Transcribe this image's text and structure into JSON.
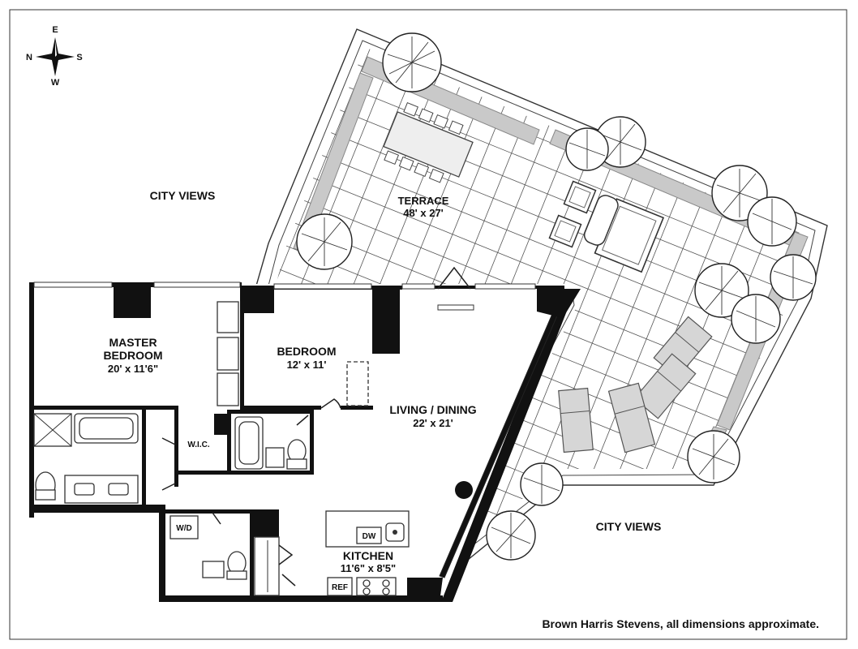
{
  "compass": {
    "north": "N",
    "south": "S",
    "east": "E",
    "west": "W"
  },
  "views": {
    "left": "CITY VIEWS",
    "right": "CITY VIEWS"
  },
  "rooms": {
    "terrace": {
      "name": "TERRACE",
      "dim": "48' x 27'"
    },
    "master_bedroom": {
      "name_line1": "MASTER",
      "name_line2": "BEDROOM",
      "dim": "20' x 11'6\""
    },
    "bedroom": {
      "name": "BEDROOM",
      "dim": "12' x 11'"
    },
    "living_dining": {
      "name": "LIVING / DINING",
      "dim": "22' x 21'"
    },
    "kitchen": {
      "name": "KITCHEN",
      "dim": "11'6\" x 8'5\""
    }
  },
  "fixtures": {
    "wic": "W.I.C.",
    "wd": "W/D",
    "dw": "DW",
    "ref": "REF"
  },
  "credit": "Brown Harris Stevens, all dimensions approximate."
}
